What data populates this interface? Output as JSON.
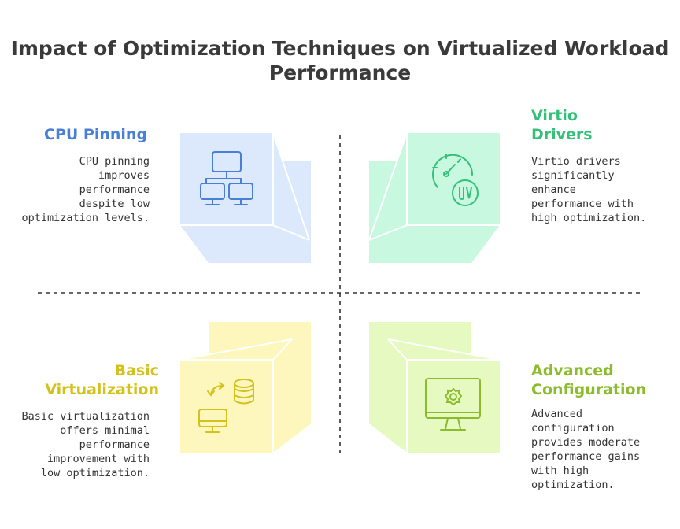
{
  "title": "Impact of Optimization Techniques on Virtualized Workload Performance",
  "colors": {
    "cpu_pinning": "#4a7fd6",
    "virtio": "#35c07a",
    "basic": "#d4c21c",
    "advanced": "#8cbc2e"
  },
  "quadrants": {
    "cpu_pinning": {
      "heading": "CPU Pinning",
      "description": [
        "CPU pinning",
        "improves",
        "performance",
        "despite low",
        "optimization levels."
      ],
      "icon": "network-computers-icon"
    },
    "virtio": {
      "heading": [
        "Virtio",
        "Drivers"
      ],
      "description": [
        "Virtio drivers",
        "significantly",
        "enhance",
        "performance with",
        "high optimization."
      ],
      "icon": "speedometer-icon"
    },
    "basic": {
      "heading": [
        "Basic",
        "Virtualization"
      ],
      "description": [
        "Basic virtualization",
        "offers minimal",
        "performance",
        "improvement with",
        "low optimization."
      ],
      "icon": "computer-database-icon"
    },
    "advanced": {
      "heading": [
        "Advanced",
        "Configuration"
      ],
      "description": [
        "Advanced",
        "configuration",
        "provides moderate",
        "performance gains",
        "with high",
        "optimization."
      ],
      "icon": "monitor-gear-icon"
    }
  }
}
